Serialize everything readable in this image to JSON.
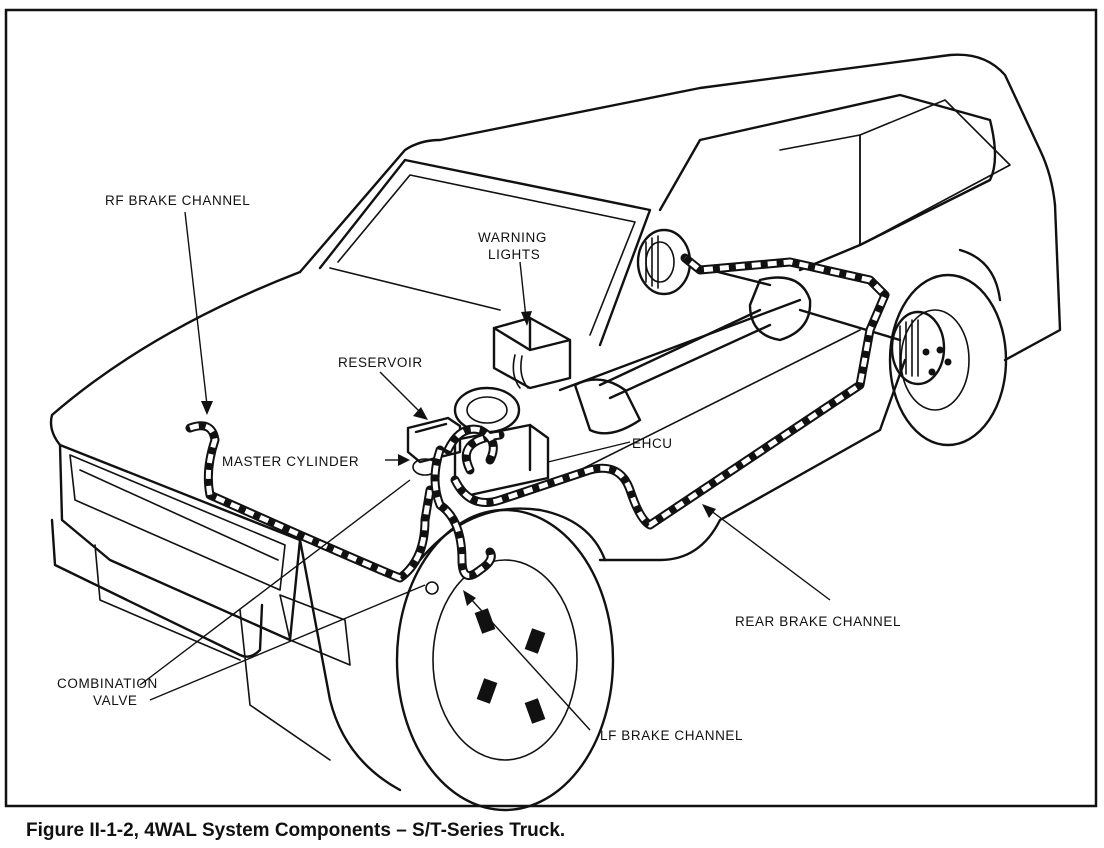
{
  "labels": {
    "rf_brake_channel": "RF BRAKE CHANNEL",
    "warning_lights_1": "WARNING",
    "warning_lights_2": "LIGHTS",
    "reservoir": "RESERVOIR",
    "master_cylinder": "MASTER CYLINDER",
    "ehcu": "EHCU",
    "rear_brake_channel": "REAR BRAKE CHANNEL",
    "combination_valve_1": "COMBINATION",
    "combination_valve_2": "VALVE",
    "lf_brake_channel": "LF BRAKE CHANNEL"
  },
  "caption": "Figure II-1-2, 4WAL System Components – S/T-Series Truck.",
  "colors": {
    "ink": "#111111",
    "paper": "#ffffff"
  }
}
